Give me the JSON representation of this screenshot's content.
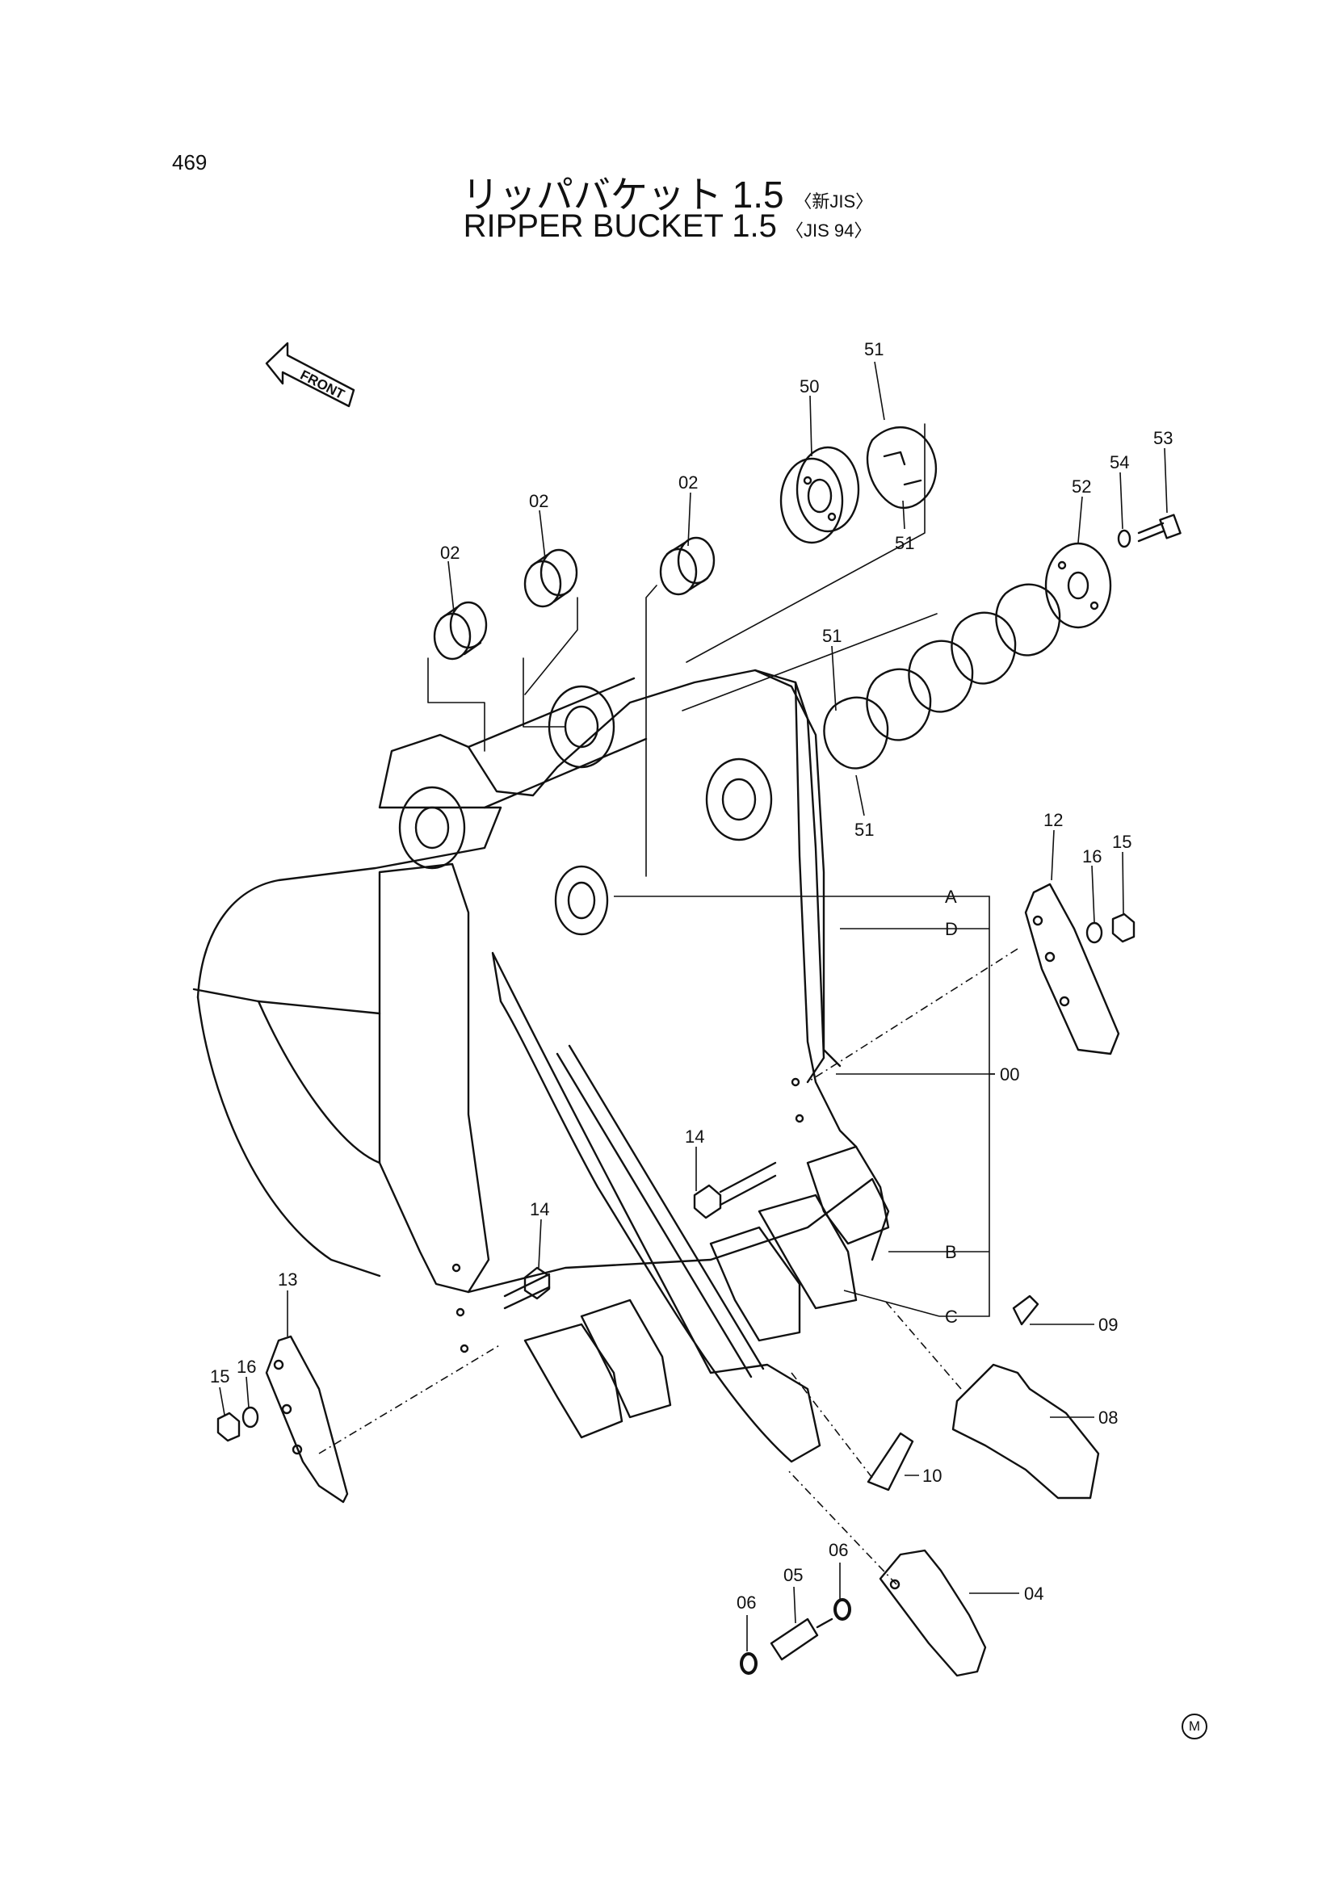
{
  "page_number": "469",
  "title_jp": "リッパバケット 1.5",
  "title_jp_spec": "〈新JIS〉",
  "title_en": "RIPPER  BUCKET 1.5",
  "title_en_spec": "〈JIS 94〉",
  "front_arrow": "FRONT",
  "footer_mark": "M",
  "callouts": {
    "c02a": "02",
    "c02b": "02",
    "c02c": "02",
    "c50": "50",
    "c51a": "51",
    "c51b": "51",
    "c51c": "51",
    "c51d": "51",
    "c52": "52",
    "c53": "53",
    "c54": "54",
    "c12": "12",
    "c16a": "16",
    "c15a": "15",
    "cA": "A",
    "cD": "D",
    "c00": "00",
    "cB": "B",
    "cC": "C",
    "c14a": "14",
    "c14b": "14",
    "c13": "13",
    "c15b": "15",
    "c16b": "16",
    "c09": "09",
    "c08": "08",
    "c10": "10",
    "c06a": "06",
    "c05": "05",
    "c06b": "06",
    "c04": "04"
  }
}
